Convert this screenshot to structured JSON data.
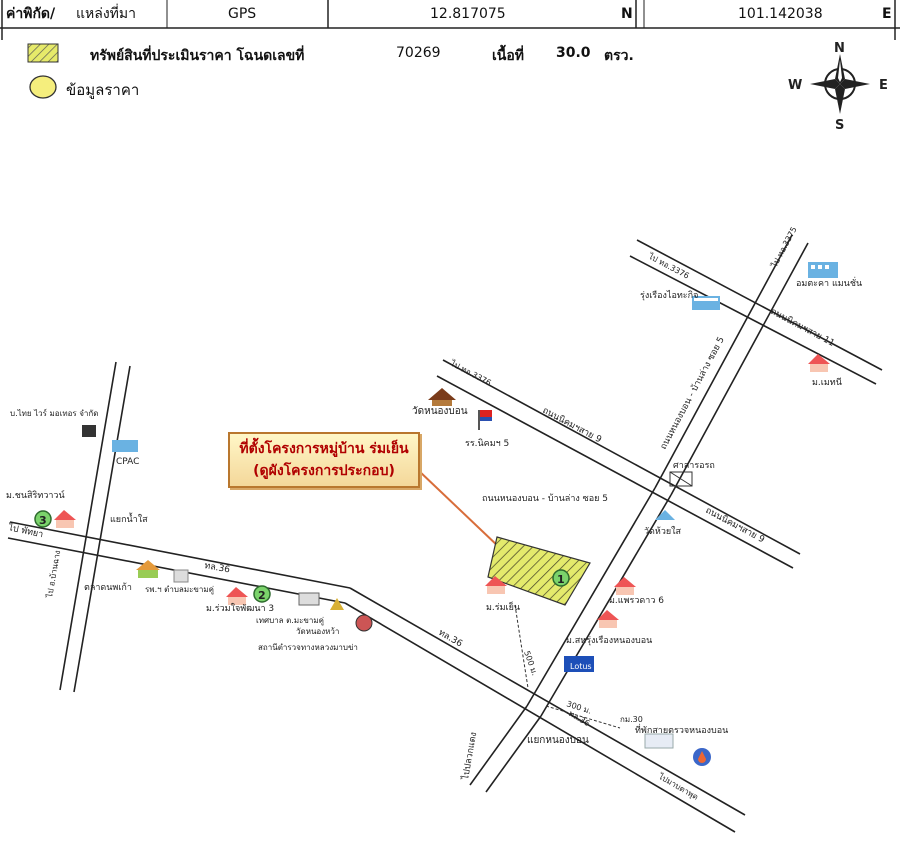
{
  "header": {
    "label1": "ค่าพิกัด/",
    "label2": "แหล่งที่มา",
    "source": "GPS",
    "lat": "12.817075",
    "lat_dir": "N",
    "lon": "101.142038",
    "lon_dir": "E"
  },
  "legend": {
    "property_label": "ทรัพย์สินที่ประเมินราคา โฉนดเลขที่",
    "deed_no": "70269",
    "area_label": "เนื้อที่",
    "area_value": "30.0",
    "area_unit": "ตรว.",
    "price_label": "ข้อมูลราคา"
  },
  "compass": {
    "n": "N",
    "s": "S",
    "e": "E",
    "w": "W"
  },
  "callout": {
    "line1": "ที่ตั้งโครงการหมู่บ้าน ร่มเย็น",
    "line2": "(ดูผังโครงการประกอบ)"
  },
  "map": {
    "roads": {
      "to_3376_top": "ไป ทอ.3376",
      "to_3375": "ไป ทอ.3375",
      "rd_nikom11": "ถนนนิคมฯสาย 11",
      "rd_nongbon_soi5_vert": "ถนนหนองบอน - บ้านล่าง ซอย 5",
      "to_3376_mid": "ไป ทอ.3376",
      "rd_nikom9_upper": "ถนนนิคมฯสาย 9",
      "rd_nongbon_soi5": "ถนนหนองบอน - บ้านล่าง ซอย 5",
      "rd_nikom9_lower": "ถนนนิคมฯสาย 9",
      "to_pattaya": "ไป พัทยา",
      "to_banchang": "ไป อ.บ้านฉาง",
      "tl36_a": "ทล.36",
      "tl36_b": "ทล.36",
      "tl36_c": "ทล.36",
      "to_pluakdaeng": "ไปปลวกแดง",
      "to_maptaphut": "ไปมาบตาพุด",
      "junction_nongbon": "แยกหนองบอน",
      "junction_nampai": "แยกน้ำใส",
      "km30": "กม.30",
      "dist_500": "500 ม.",
      "dist_300": "300 ม."
    },
    "places": {
      "rungruang": "รุ่งเรืองไอทะกิจ",
      "amata_mansion": "อมตะคา แมนชั่น",
      "mo_methani": "ม.เมทนี",
      "wat_nongbon_top": "วัดหนองบอน",
      "school_nikom5": "รร.นิคมฯ 5",
      "sala": "ศาลารอรถ",
      "wat_huaisai": "วัดห้วยใส",
      "mo_phraowan6": "ม.แพรวดาว 6",
      "mo_romyen": "ม.ร่มเย็น",
      "mo_sahaburi": "ม.สหรุ่งเรืองหนองบอน",
      "lotus": "Lotus",
      "ptt_station": "ที่พักสายตรวจหนองบอน",
      "bthai": "บ.ไทย ไวร์ มอเทอร จำกัด",
      "cpac": "CPAC",
      "mo_chonsiri": "ม.ชนสิริทวาวน์",
      "market": "ตลาดนพเก้า",
      "hospital": "รพ.ฯ ตำบลมะขามคู่",
      "mo_ruamjai3": "ม.ร่วมใจพัฒนา 3",
      "tessaban": "เทศบาล ต.มะขามคู่",
      "wat_nongwa": "วัดหนองหว้า",
      "police": "สถานีตำรวจทางหลวงมาบข่า"
    },
    "markers": {
      "m1": "1",
      "m2": "2",
      "m3": "3"
    }
  },
  "colors": {
    "callout_text": "#b00000",
    "marker_fill": "#7bd36b",
    "road_line": "#222222"
  }
}
